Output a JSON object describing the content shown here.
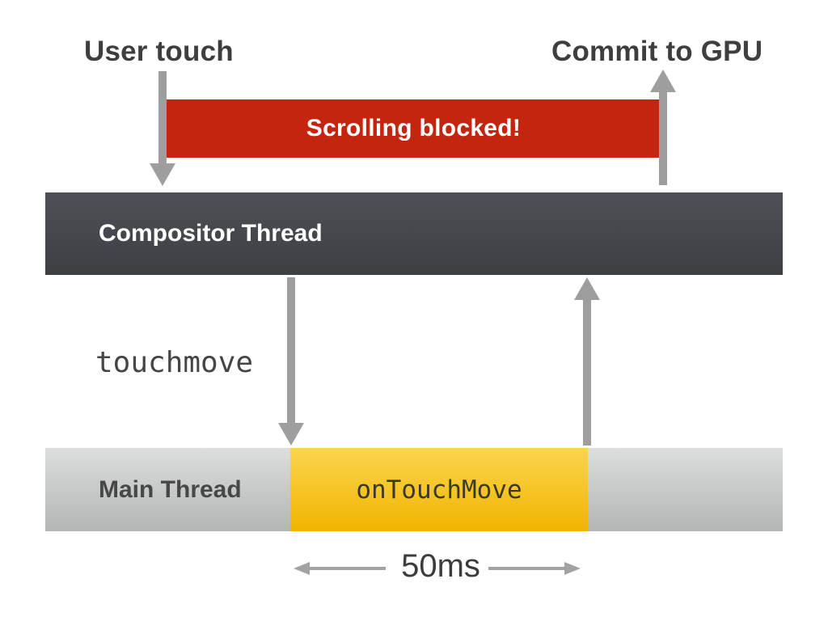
{
  "diagram": {
    "description": "Touch event scrolling jank diagram",
    "labels": {
      "user_touch": "User touch",
      "commit_gpu": "Commit to GPU",
      "duration": "50ms"
    },
    "banner": {
      "text": "Scrolling blocked!",
      "color": "#c3250f",
      "text_color": "#ffffff"
    },
    "compositor": {
      "label": "Compositor Thread",
      "color_top": "#4d5157",
      "color_bottom": "#3c4043"
    },
    "main_thread": {
      "label": "Main Thread",
      "color_top": "#dddede",
      "color_bottom": "#b2b6b5"
    },
    "events": {
      "dispatch": "touchmove",
      "handler": "onTouchMove",
      "handler_color_top": "#fbd54f",
      "handler_color_bottom": "#f0b400"
    },
    "arrow_color": "#9e9e9e"
  }
}
